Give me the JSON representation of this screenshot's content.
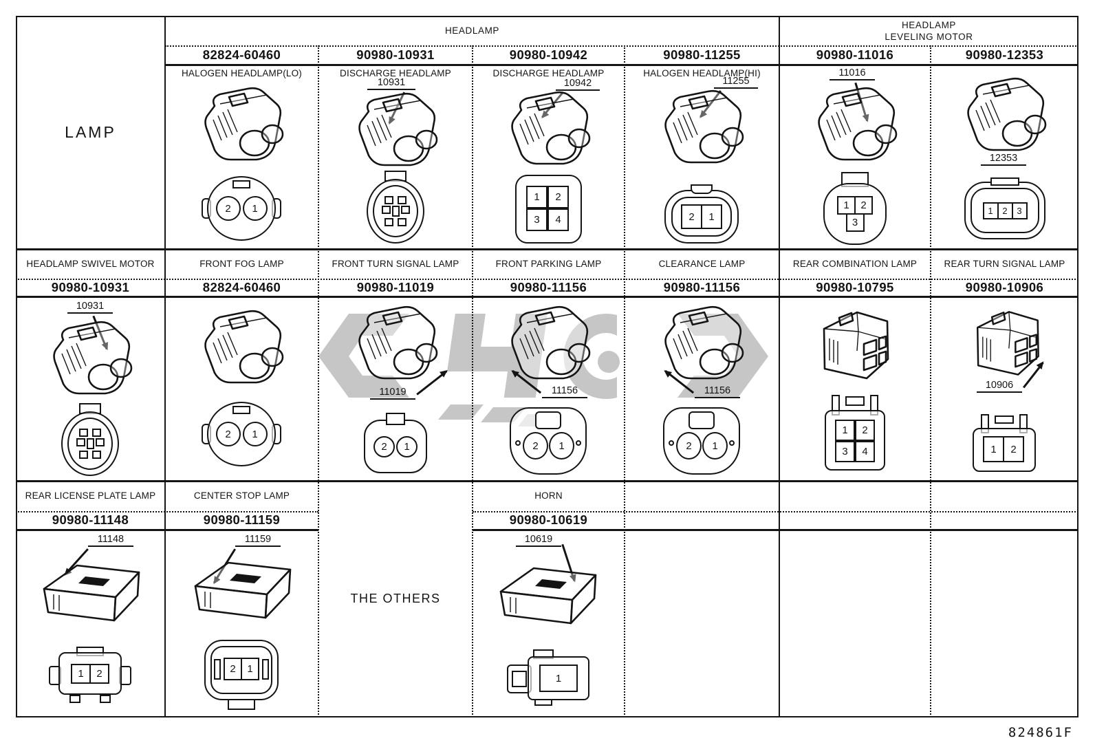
{
  "doc": {
    "drawing_code": "824861F",
    "category_label": "LAMP",
    "others_label": "THE OTHERS",
    "watermark_color": "#c6c6c6",
    "line_color": "#141414"
  },
  "headers": {
    "headlamp": "HEADLAMP",
    "leveling_line1": "HEADLAMP",
    "leveling_line2": "LEVELING MOTOR"
  },
  "band1": {
    "cells": [
      {
        "part_number": "82824-60460",
        "label": "HALOGEN HEADLAMP(LO)",
        "callout": "",
        "pins": [
          "2",
          "1"
        ]
      },
      {
        "part_number": "90980-10931",
        "label": "DISCHARGE HEADLAMP",
        "callout": "10931",
        "pins": []
      },
      {
        "part_number": "90980-10942",
        "label": "DISCHARGE HEADLAMP",
        "callout": "10942",
        "pins": [
          "1",
          "2",
          "3",
          "4"
        ]
      },
      {
        "part_number": "90980-11255",
        "label": "HALOGEN HEADLAMP(HI)",
        "callout": "11255",
        "pins": [
          "2",
          "1"
        ]
      },
      {
        "part_number": "90980-11016",
        "label": "",
        "callout": "11016",
        "pins": [
          "1",
          "2",
          "3"
        ]
      },
      {
        "part_number": "90980-12353",
        "label": "",
        "callout": "12353",
        "pins": [
          "1",
          "2",
          "3"
        ]
      }
    ]
  },
  "band2": {
    "cells": [
      {
        "part_number": "90980-10931",
        "label": "HEADLAMP SWIVEL MOTOR",
        "callout": "10931",
        "pins": []
      },
      {
        "part_number": "82824-60460",
        "label": "FRONT FOG LAMP",
        "callout": "",
        "pins": [
          "2",
          "1"
        ]
      },
      {
        "part_number": "90980-11019",
        "label": "FRONT TURN SIGNAL LAMP",
        "callout": "11019",
        "pins": [
          "2",
          "1"
        ]
      },
      {
        "part_number": "90980-11156",
        "label": "FRONT PARKING LAMP",
        "callout": "11156",
        "pins": [
          "2",
          "1"
        ]
      },
      {
        "part_number": "90980-11156",
        "label": "CLEARANCE LAMP",
        "callout": "11156",
        "pins": [
          "2",
          "1"
        ]
      },
      {
        "part_number": "90980-10795",
        "label": "REAR COMBINATION LAMP",
        "callout": "",
        "pins": [
          "1",
          "2",
          "3",
          "4"
        ]
      },
      {
        "part_number": "90980-10906",
        "label": "REAR TURN SIGNAL LAMP",
        "callout": "10906",
        "pins": [
          "1",
          "2"
        ]
      }
    ]
  },
  "band3": {
    "cells": [
      {
        "part_number": "90980-11148",
        "label": "REAR LICENSE PLATE LAMP",
        "callout": "11148",
        "pins": [
          "1",
          "2"
        ]
      },
      {
        "part_number": "90980-11159",
        "label": "CENTER STOP LAMP",
        "callout": "11159",
        "pins": [
          "2",
          "1"
        ]
      },
      {
        "part_number": "90980-10619",
        "label": "HORN",
        "callout": "10619",
        "pins": [
          "1"
        ]
      }
    ]
  }
}
